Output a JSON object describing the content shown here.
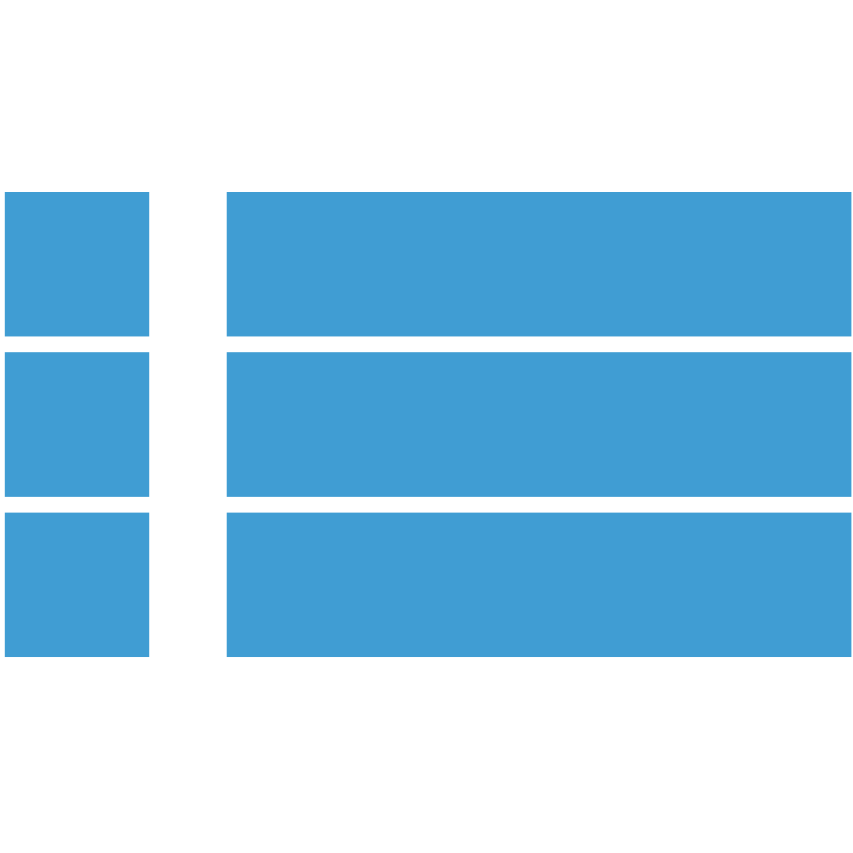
{
  "icon": {
    "name": "list-view-icon",
    "color": "#409DD3",
    "rows": [
      {
        "item": "row-1"
      },
      {
        "item": "row-2"
      },
      {
        "item": "row-3"
      }
    ]
  }
}
